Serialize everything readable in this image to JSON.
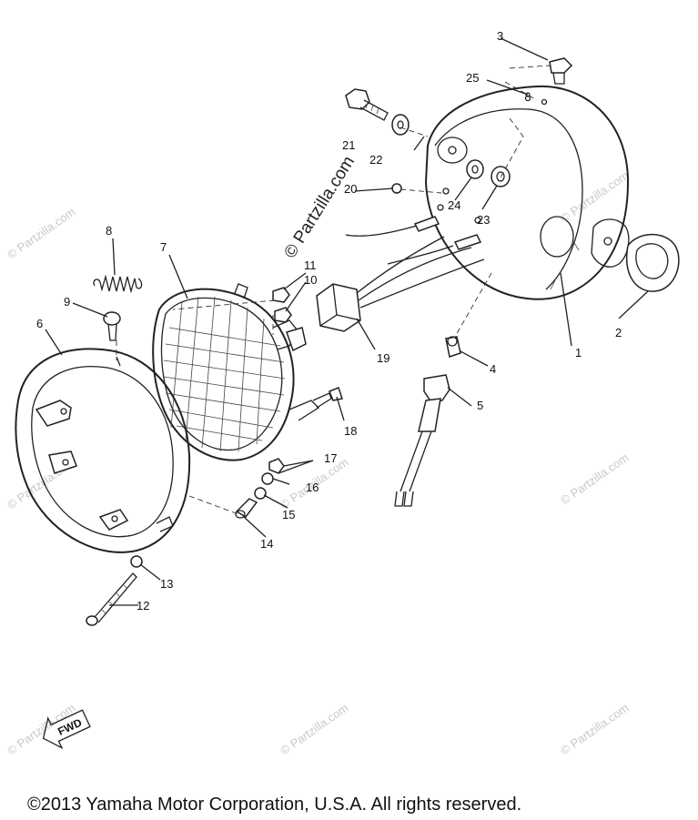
{
  "watermark": {
    "text": "© Partzilla.com"
  },
  "fwd_label": "FWD",
  "copyright": "©2013  Yamaha Motor Corporation, U.S.A. All rights reserved.",
  "callouts": [
    {
      "id": "n1",
      "label": "1"
    },
    {
      "id": "n2",
      "label": "2"
    },
    {
      "id": "n3",
      "label": "3"
    },
    {
      "id": "n4",
      "label": "4"
    },
    {
      "id": "n5",
      "label": "5"
    },
    {
      "id": "n6",
      "label": "6"
    },
    {
      "id": "n7",
      "label": "7"
    },
    {
      "id": "n8",
      "label": "8"
    },
    {
      "id": "n9",
      "label": "9"
    },
    {
      "id": "n10",
      "label": "10"
    },
    {
      "id": "n11",
      "label": "11"
    },
    {
      "id": "n12",
      "label": "12"
    },
    {
      "id": "n13",
      "label": "13"
    },
    {
      "id": "n14",
      "label": "14"
    },
    {
      "id": "n15",
      "label": "15"
    },
    {
      "id": "n16",
      "label": "16"
    },
    {
      "id": "n17",
      "label": "17"
    },
    {
      "id": "n18",
      "label": "18"
    },
    {
      "id": "n19",
      "label": "19"
    },
    {
      "id": "n20",
      "label": "20"
    },
    {
      "id": "n21",
      "label": "21"
    },
    {
      "id": "n22",
      "label": "22"
    },
    {
      "id": "n23",
      "label": "23"
    },
    {
      "id": "n24",
      "label": "24"
    },
    {
      "id": "n25",
      "label": "25"
    }
  ]
}
